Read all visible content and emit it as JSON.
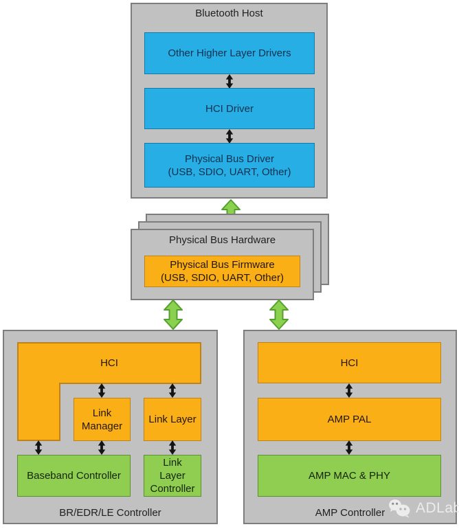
{
  "host": {
    "title": "Bluetooth Host",
    "boxes": {
      "higher_drivers": "Other Higher Layer Drivers",
      "hci_driver": "HCI Driver",
      "bus_driver_line1": "Physical Bus Driver",
      "bus_driver_line2": "(USB, SDIO, UART, Other)"
    }
  },
  "bus": {
    "title": "Physical Bus Hardware",
    "firmware_line1": "Physical Bus Firmware",
    "firmware_line2": "(USB, SDIO, UART, Other)"
  },
  "br": {
    "title": "BR/EDR/LE Controller",
    "hci": "HCI",
    "link_manager": "Link Manager",
    "link_layer": "Link Layer",
    "baseband": "Baseband Controller",
    "link_layer_controller": "Link Layer Controller"
  },
  "amp": {
    "title": "AMP Controller",
    "hci": "HCI",
    "pal": "AMP PAL",
    "mac_phy": "AMP MAC & PHY"
  },
  "watermark": {
    "label": "ADLab"
  },
  "icons": {
    "black_double_arrow": "double-headed vertical arrow (black)",
    "green_double_arrow": "double-headed vertical arrow (green)",
    "wechat": "wechat-icon"
  },
  "colors": {
    "panel_gray": "#c1c1c1",
    "panel_border": "#7d7d7d",
    "blue": "#26aee5",
    "orange": "#fbaf17",
    "green": "#8fce50",
    "arrow_green": "#8cd04f",
    "arrow_green_border": "#53a02e"
  }
}
